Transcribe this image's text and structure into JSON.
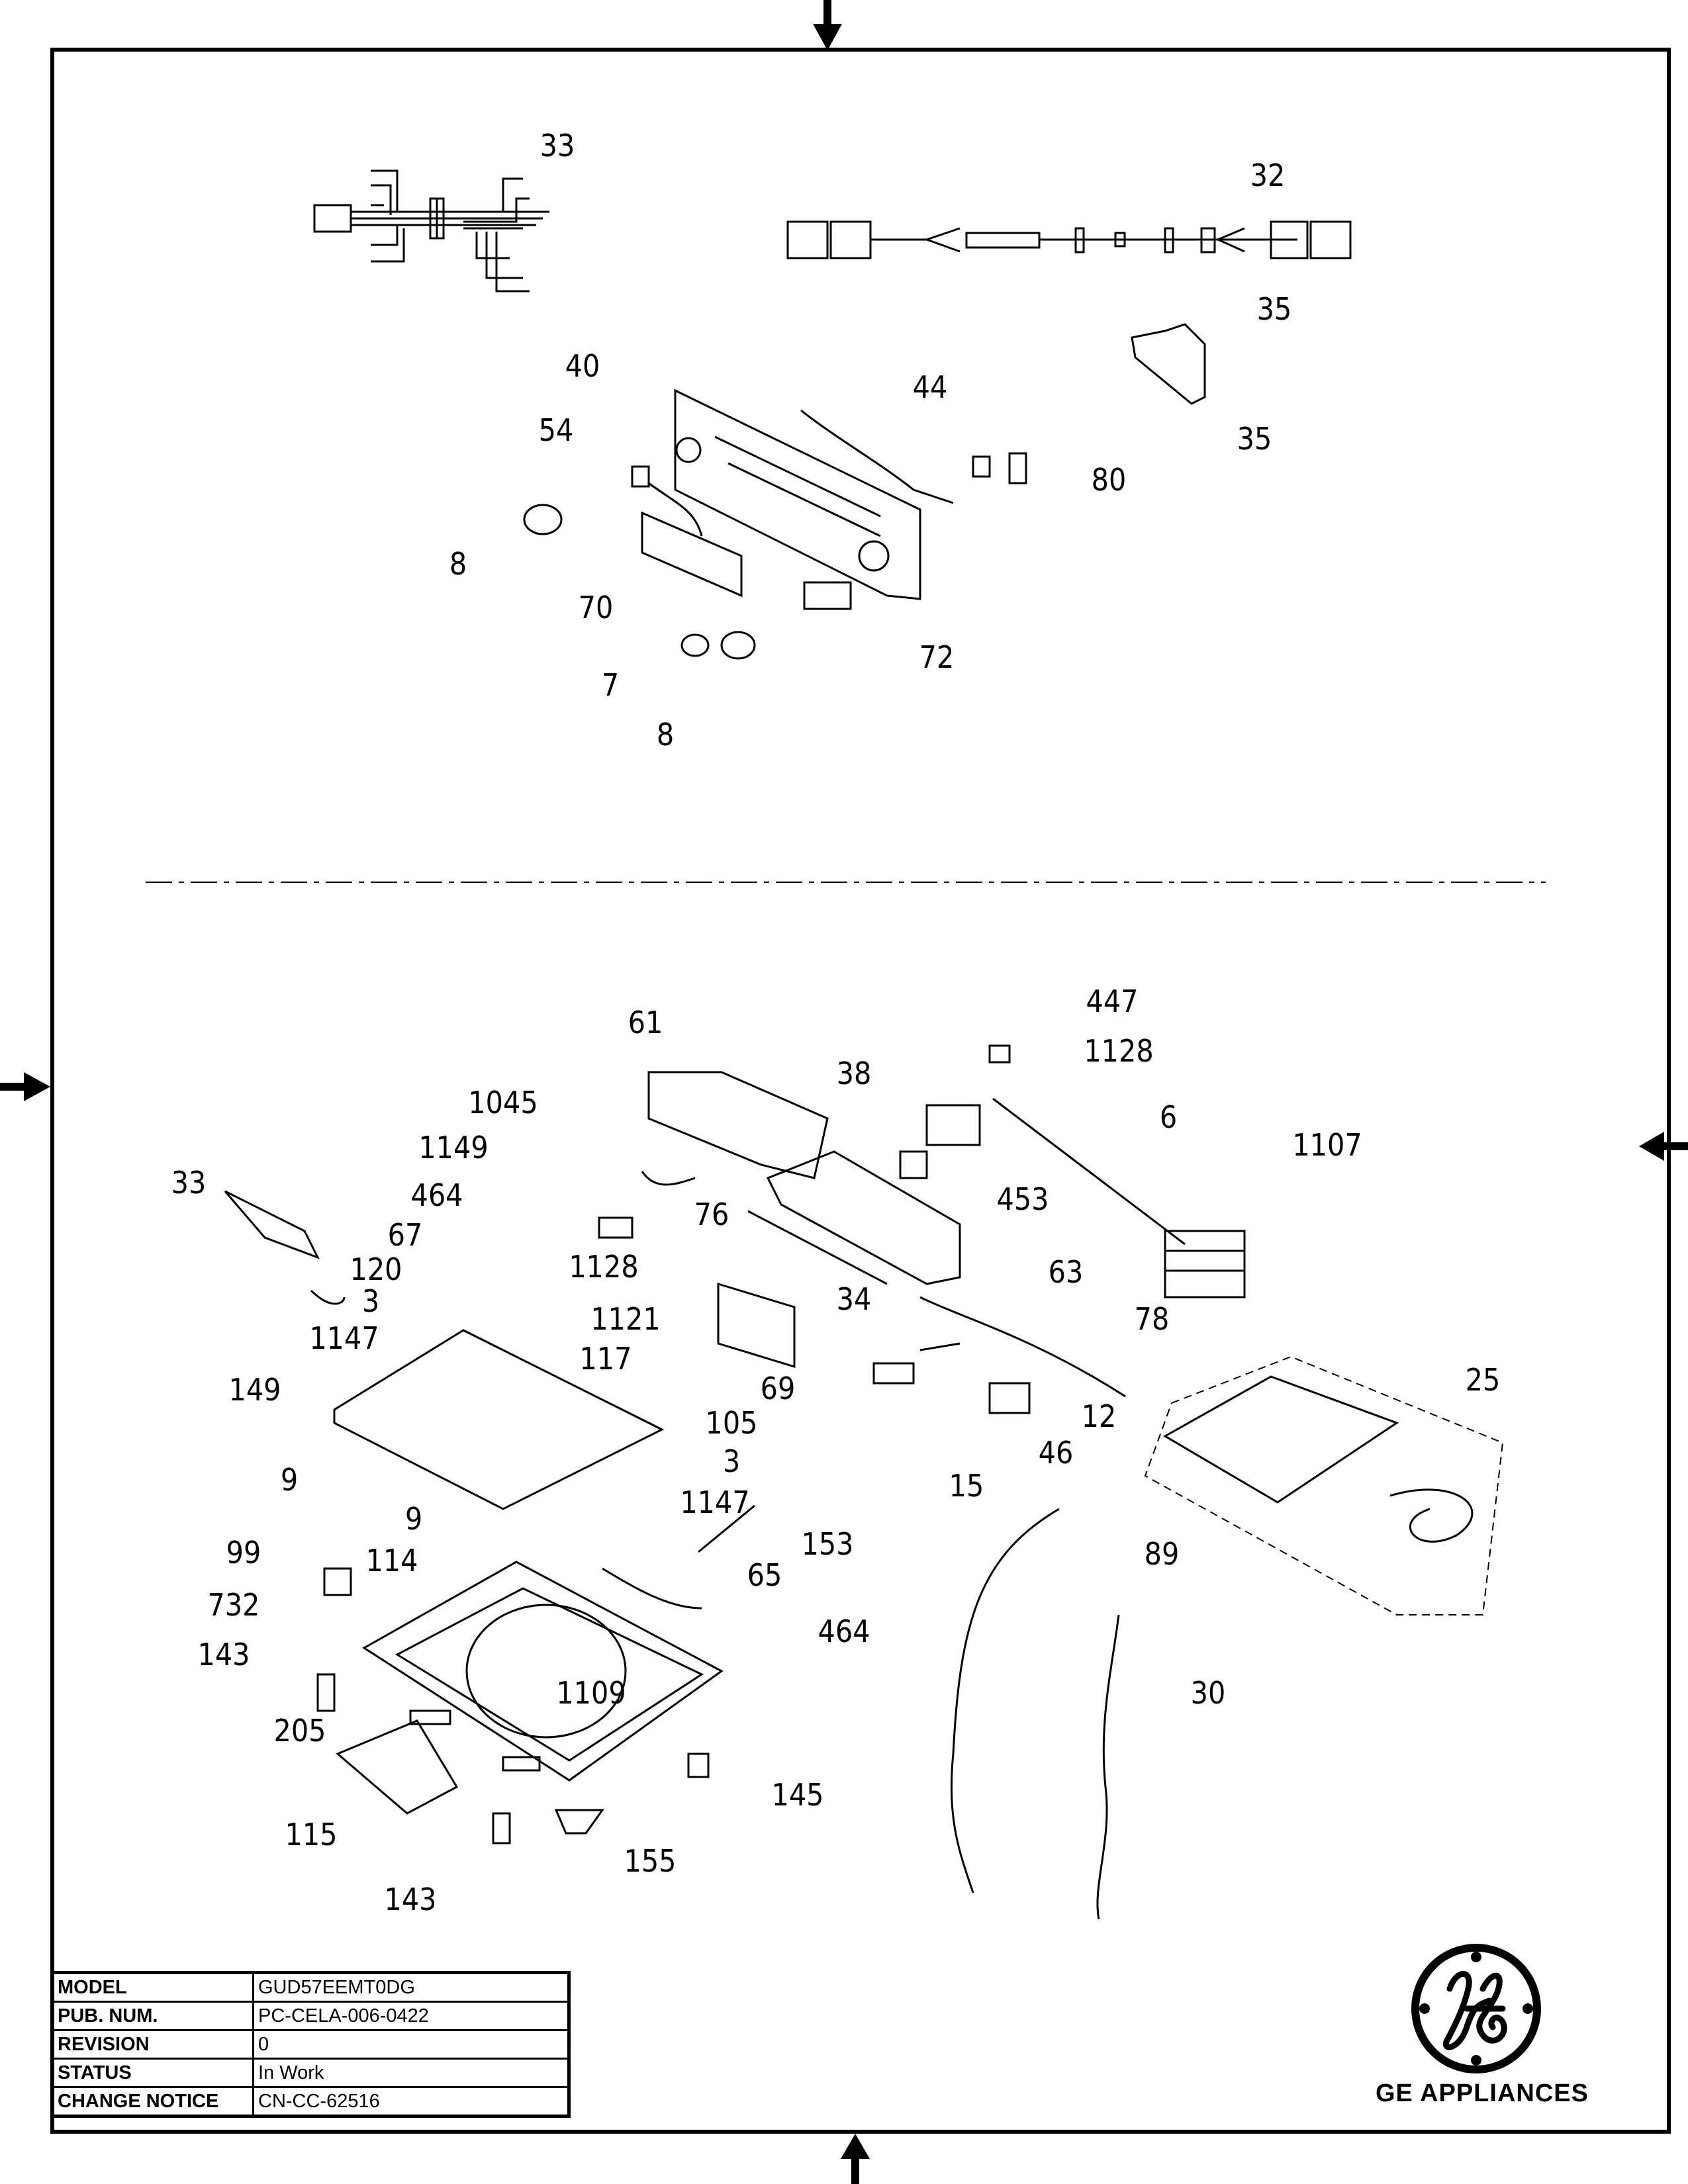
{
  "document": {
    "type": "exploded-parts-diagram",
    "brand": "GE APPLIANCES",
    "logo": "ge-monogram-logo"
  },
  "title_block": {
    "rows": [
      {
        "key": "MODEL",
        "value": "GUD57EEMT0DG"
      },
      {
        "key": "PUB. NUM.",
        "value": "PC-CELA-006-0422"
      },
      {
        "key": "REVISION",
        "value": "0"
      },
      {
        "key": "STATUS",
        "value": "In Work"
      },
      {
        "key": "CHANGE NOTICE",
        "value": "CN-CC-62516"
      }
    ]
  },
  "callouts_upper": [
    "33",
    "32",
    "35",
    "35",
    "40",
    "44",
    "54",
    "80",
    "8",
    "70",
    "72",
    "7",
    "8"
  ],
  "callouts_lower": [
    "61",
    "447",
    "1128",
    "38",
    "6",
    "1045",
    "1107",
    "1149",
    "453",
    "33",
    "464",
    "76",
    "67",
    "1128",
    "63",
    "120",
    "34",
    "3",
    "1121",
    "78",
    "1147",
    "117",
    "69",
    "25",
    "149",
    "105",
    "12",
    "3",
    "46",
    "9",
    "1147",
    "15",
    "9",
    "153",
    "89",
    "99",
    "114",
    "65",
    "732",
    "464",
    "143",
    "1109",
    "30",
    "205",
    "145",
    "115",
    "155",
    "143"
  ],
  "icons": [
    "registration-arrow-top",
    "registration-arrow-bottom",
    "registration-arrow-left",
    "registration-arrow-right"
  ]
}
